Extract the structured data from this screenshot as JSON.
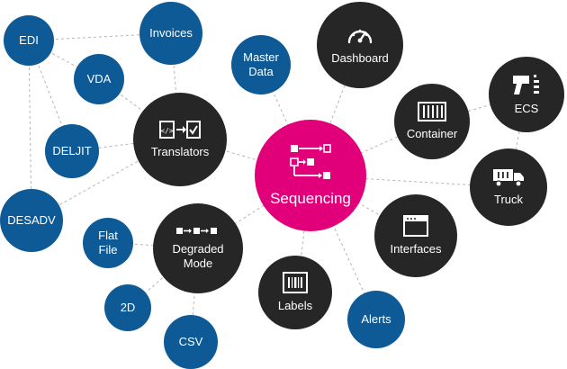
{
  "nodes": {
    "edi": "EDI",
    "invoices": "Invoices",
    "vda": "VDA",
    "deljit": "DELJIT",
    "desadv": "DESADV",
    "master_data": [
      "Master",
      "Data"
    ],
    "flat_file": [
      "Flat",
      "File"
    ],
    "d2": "2D",
    "csv": "CSV",
    "alerts": "Alerts",
    "dashboard": "Dashboard",
    "translators": "Translators",
    "degraded_mode": [
      "Degraded",
      "Mode"
    ],
    "labels": "Labels",
    "container": "Container",
    "ecs": "ECS",
    "truck": "Truck",
    "interfaces": "Interfaces",
    "sequencing": "Sequencing"
  },
  "icons": {
    "dashboard": "speedometer-icon",
    "translators": "translate-document-icon",
    "degraded_mode": "process-steps-icon",
    "labels": "barcode-icon",
    "container": "shipping-container-icon",
    "ecs": "scanner-icon",
    "truck": "truck-icon",
    "interfaces": "browser-window-icon",
    "sequencing": "sequence-flow-icon"
  },
  "colors": {
    "blue": "#0e5a96",
    "dark": "#262626",
    "pink": "#e2007a",
    "link": "#b5b5b5"
  }
}
